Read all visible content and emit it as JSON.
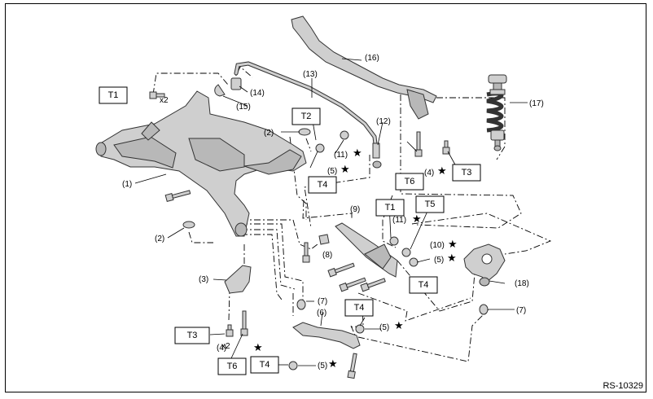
{
  "diagram_code": "RS-10329",
  "callouts": {
    "c1": "(1)",
    "c2a": "(2)",
    "c2b": "(2)",
    "c3": "(3)",
    "c4a": "(4)",
    "c4b": "(4)",
    "c5a": "(5)",
    "c5b": "(5)",
    "c5c": "(5)",
    "c5d": "(5)",
    "c6": "(6)",
    "c7a": "(7)",
    "c7b": "(7)",
    "c8": "(8)",
    "c9": "(9)",
    "c10": "(10)",
    "c11a": "(11)",
    "c11b": "(11)",
    "c12": "(12)",
    "c13": "(13)",
    "c14": "(14)",
    "c15": "(15)",
    "c16": "(16)",
    "c17": "(17)",
    "c18": "(18)"
  },
  "multipliers": {
    "x2a": "x2",
    "x2b": "x2"
  },
  "star": "★",
  "torque_boxes": {
    "t1a": "T1",
    "t1b": "T1",
    "t2": "T2",
    "t3a": "T3",
    "t3b": "T3",
    "t4a": "T4",
    "t4b": "T4",
    "t4c": "T4",
    "t4d": "T4",
    "t5": "T5",
    "t6a": "T6",
    "t6b": "T6"
  }
}
